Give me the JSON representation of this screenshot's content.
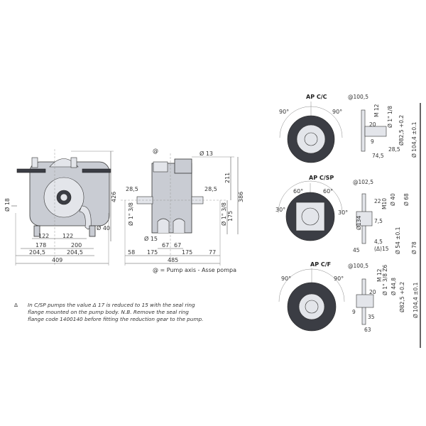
{
  "front_view": {
    "dims": {
      "d18": "Ø 18",
      "h426": "426",
      "d40": "Ø 40",
      "a122l": "122",
      "a122r": "122",
      "b178": "178",
      "b200": "200",
      "c204l": "204,5",
      "c204r": "204,5",
      "total": "409"
    }
  },
  "side_view": {
    "at": "@",
    "d13": "Ø 13",
    "h211": "211",
    "h386": "386",
    "h175": "175",
    "s28l": "28,5",
    "s28r": "28,5",
    "shaft_l": "Ø 1\" 3/8",
    "shaft_r": "Ø 1\" 3/8",
    "d15": "Ø 15",
    "m67l": "67",
    "m67r": "67",
    "w58": "58",
    "w175l": "175",
    "w175r": "175",
    "w77": "77",
    "total": "485",
    "legend": "@ = Pump axis - Asse pompa"
  },
  "flanges": [
    {
      "title": "AP C/C",
      "angle_l": "90°",
      "angle_r": "90°",
      "axis": "@100,5",
      "labels": [
        "M 12",
        "20",
        "9",
        "28,5",
        "74,5",
        "Ø 1\" 1/8",
        "Ø82,5 +0.2",
        "Ø 104,4 ±0.1"
      ]
    },
    {
      "title": "AP C/SP",
      "angle_l": "60°",
      "angle_r": "60°",
      "angle_l2": "30°",
      "angle_r2": "30°",
      "axis": "@102,5",
      "labels": [
        "22",
        "M10",
        "Ø 40",
        "Ø 68",
        "Ø134",
        "7,5",
        "4,5",
        "(Δ)15",
        "45",
        "Ø 54 ±0.1",
        "Ø 78"
      ]
    },
    {
      "title": "AP C/F",
      "angle_l": "90°",
      "angle_r": "90°",
      "axis": "@100,5",
      "labels": [
        "M 12",
        "20",
        "9",
        "35",
        "63",
        "Ø 1\" 3/8 Z6",
        "Ø 44,8",
        "Ø82,5 +0.2",
        "Ø 104,4 ±0.1"
      ]
    }
  ],
  "note": {
    "symbol": "Δ",
    "text": "In C/SP pumps the value Δ 17 is reduced to 15 with the seal ring flange mounted on the pump body. N.B. Remove the seal ring flange code 1400140 before fitting the reduction gear to the pump."
  }
}
